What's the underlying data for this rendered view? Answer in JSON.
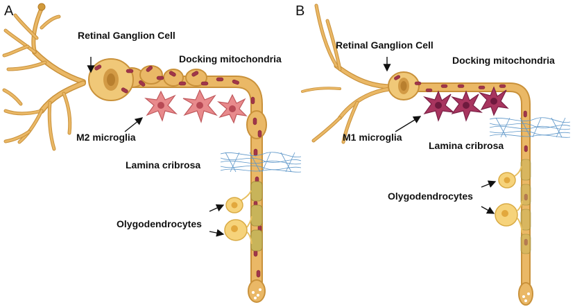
{
  "panels": [
    {
      "letter": "A",
      "labels": {
        "cell": "Retinal Ganglion Cell",
        "mito": "Docking mitochondria",
        "microglia": "M2 microglia",
        "lamina": "Lamina  cribrosa",
        "oligo": "Olygodendrocytes"
      }
    },
    {
      "letter": "B",
      "labels": {
        "cell": "Retinal Ganglion Cell",
        "mito": "Docking mitochondria",
        "microglia": "M1 microglia",
        "lamina": "Lamina  cribrosa",
        "oligo": "Olygodendrocytes"
      }
    }
  ],
  "colors": {
    "neuron_fill": "#eab866",
    "neuron_stroke": "#c9913a",
    "soma": "#f0c878",
    "nucleus": "#b87f2e",
    "mitochondria": "#a0364a",
    "m2_microglia": "#e88a8c",
    "m1_microglia": "#a8355f",
    "lamina": "#5b95c8",
    "oligodendrocyte": "#f6d37b",
    "oligo_nucleus": "#e2a83d",
    "myelin": "#c8b45a"
  }
}
